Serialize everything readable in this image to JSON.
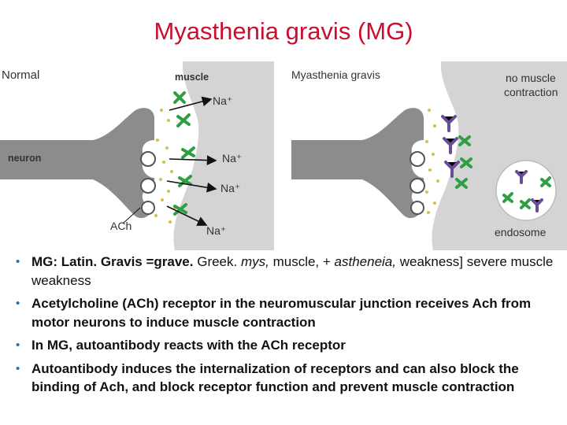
{
  "title": "Myasthenia gravis (MG)",
  "diagram": {
    "normal_panel": {
      "title": "Normal",
      "muscle": "muscle",
      "neuron": "neuron",
      "ach": "ACh",
      "ions": [
        "Na⁺",
        "Na⁺",
        "Na⁺",
        "Na⁺"
      ]
    },
    "mg_panel": {
      "title": "Myasthenia gravis",
      "no_contraction": [
        "no muscle",
        "contraction"
      ],
      "endosome": "endosome"
    },
    "colors": {
      "neuron_fill": "#8c8c8c",
      "muscle_fill": "#d4d4d4",
      "receptor": "#2ea043",
      "antibody": "#6b4c9a",
      "ach_dot": "#d4c24a"
    }
  },
  "bullets": [
    {
      "bold": "MG: Latin. Gravis =grave.",
      "p1": " Greek. ",
      "i1": "mys,",
      "p2": " muscle, + ",
      "i2": "astheneia,",
      "p3": " weakness] severe muscle weakness"
    },
    {
      "text": "Acetylcholine (ACh) receptor in the neuromuscular junction receives Ach from motor neurons to induce muscle contraction"
    },
    {
      "text": "In MG, autoantibody reacts with the ACh receptor"
    },
    {
      "text": "Autoantibody induces the internalization of receptors and can also block the binding of Ach, and block receptor function and prevent muscle contraction"
    }
  ]
}
